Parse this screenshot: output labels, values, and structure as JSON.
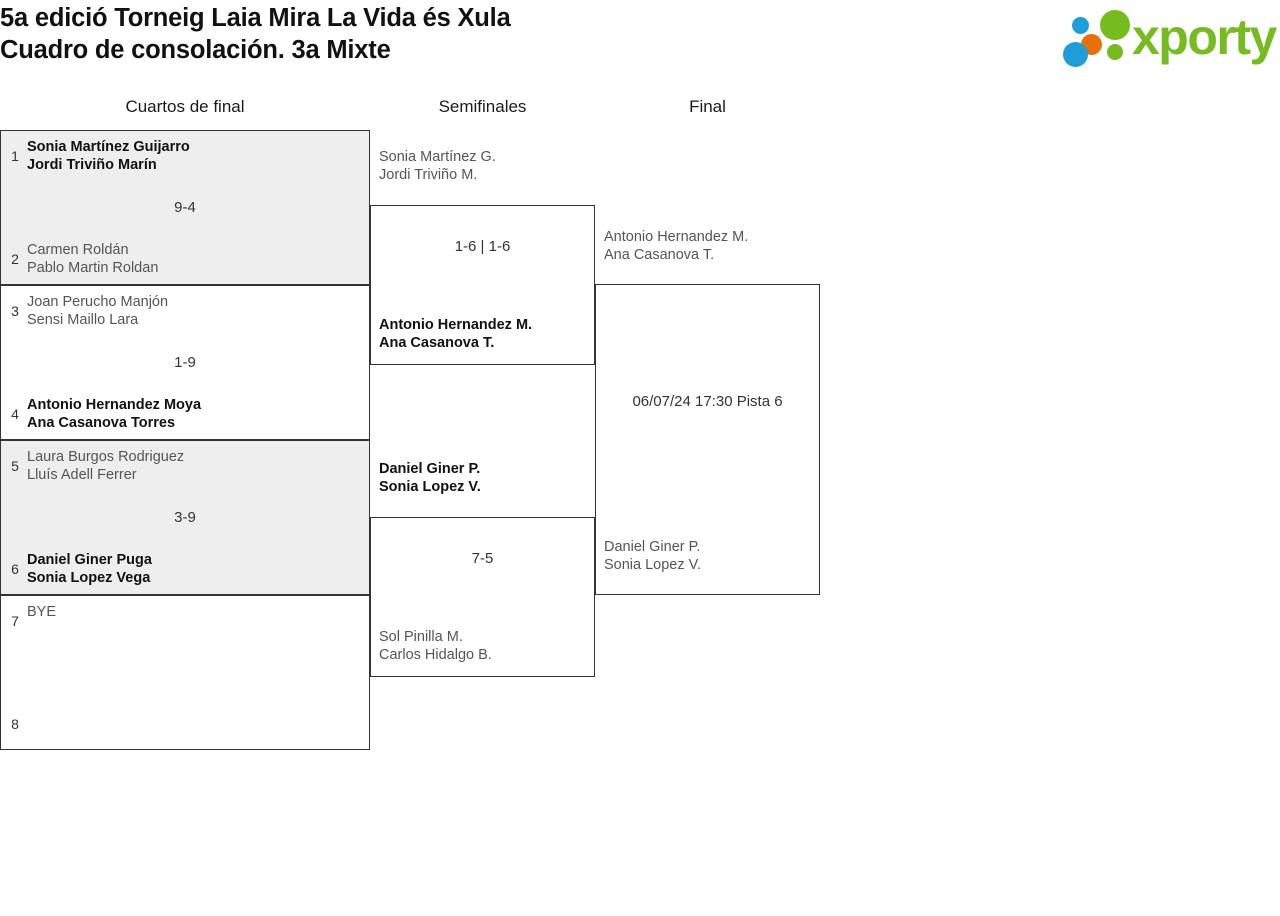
{
  "header": {
    "title_line1": "5a edició Torneig Laia Mira La Vida és Xula",
    "title_line2": "Cuadro de consolación. 3a Mixte",
    "logo_text": "xporty"
  },
  "rounds": [
    {
      "name": "Cuartos de final"
    },
    {
      "name": "Semifinales"
    },
    {
      "name": "Final"
    }
  ],
  "bracket": {
    "round1": [
      {
        "seed_top": "1",
        "top_p1": "Sonia Martínez Guijarro",
        "top_p2": "Jordi Triviño Marín",
        "seed_bottom": "2",
        "bottom_p1": "Carmen Roldán",
        "bottom_p2": "Pablo Martin Roldan",
        "score": "9-4"
      },
      {
        "seed_top": "3",
        "top_p1": "Joan Perucho Manjón",
        "top_p2": "Sensi Maillo Lara",
        "seed_bottom": "4",
        "bottom_p1": "Antonio Hernandez Moya",
        "bottom_p2": "Ana Casanova Torres",
        "score": "1-9"
      },
      {
        "seed_top": "5",
        "top_p1": "Laura Burgos Rodriguez",
        "top_p2": "Lluís Adell Ferrer",
        "seed_bottom": "6",
        "bottom_p1": "Daniel Giner Puga",
        "bottom_p2": "Sonia Lopez Vega",
        "score": "3-9"
      },
      {
        "seed_top": "7",
        "top_p1": "BYE",
        "top_p2": "",
        "seed_bottom": "8",
        "bottom_p1": "",
        "bottom_p2": "",
        "score": ""
      }
    ],
    "round2": [
      {
        "top_p1": "Sonia Martínez G.",
        "top_p2": "Jordi Triviño M.",
        "bottom_p1": "Antonio Hernandez M.",
        "bottom_p2": "Ana Casanova T.",
        "score": "1-6 | 1-6"
      },
      {
        "top_p1": "Daniel Giner P.",
        "top_p2": "Sonia Lopez V.",
        "bottom_p1": "Sol Pinilla M.",
        "bottom_p2": "Carlos Hidalgo B.",
        "score": "7-5"
      }
    ],
    "round3": [
      {
        "top_p1": "Antonio Hernandez M.",
        "top_p2": "Ana Casanova T.",
        "bottom_p1": "Daniel Giner P.",
        "bottom_p2": "Sonia Lopez V.",
        "score": "06/07/24 17:30 Pista 6"
      }
    ]
  },
  "colors": {
    "logo_green": "#76bc21",
    "logo_blue": "#1f9dd9",
    "logo_orange": "#e8700a",
    "shaded_row": "#eeeeee",
    "border": "#333333"
  }
}
